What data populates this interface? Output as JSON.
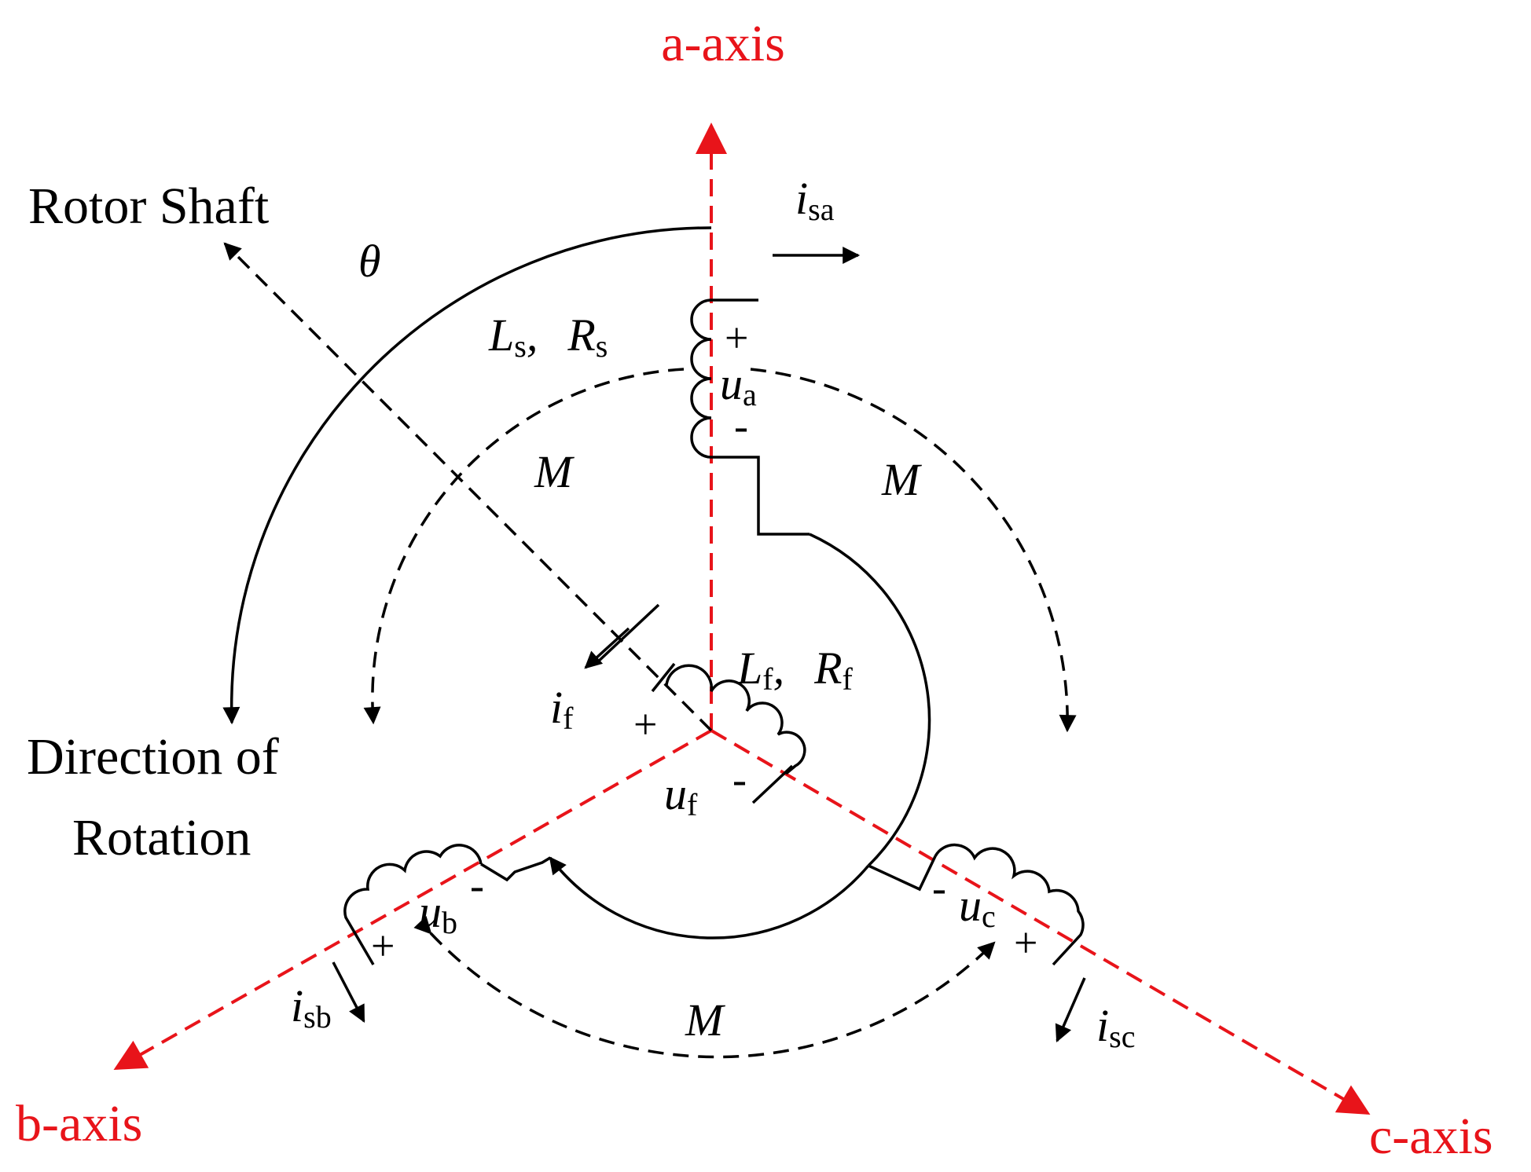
{
  "axes": {
    "a": "a-axis",
    "b": "b-axis",
    "c": "c-axis"
  },
  "labels": {
    "rotor_shaft": "Rotor Shaft",
    "direction_line1": "Direction of",
    "direction_line2": "Rotation",
    "theta": "θ",
    "mutual_inductance": "M"
  },
  "symbols": {
    "i": "i",
    "u": "u",
    "L": "L",
    "R": "R",
    "comma": ",",
    "plus": "+",
    "minus": "-"
  },
  "subscripts": {
    "sa": "sa",
    "sb": "sb",
    "sc": "sc",
    "f": "f",
    "s": "s",
    "a": "a",
    "b": "b",
    "c": "c"
  },
  "colors": {
    "axis": "#e8141a",
    "line": "#000000"
  }
}
